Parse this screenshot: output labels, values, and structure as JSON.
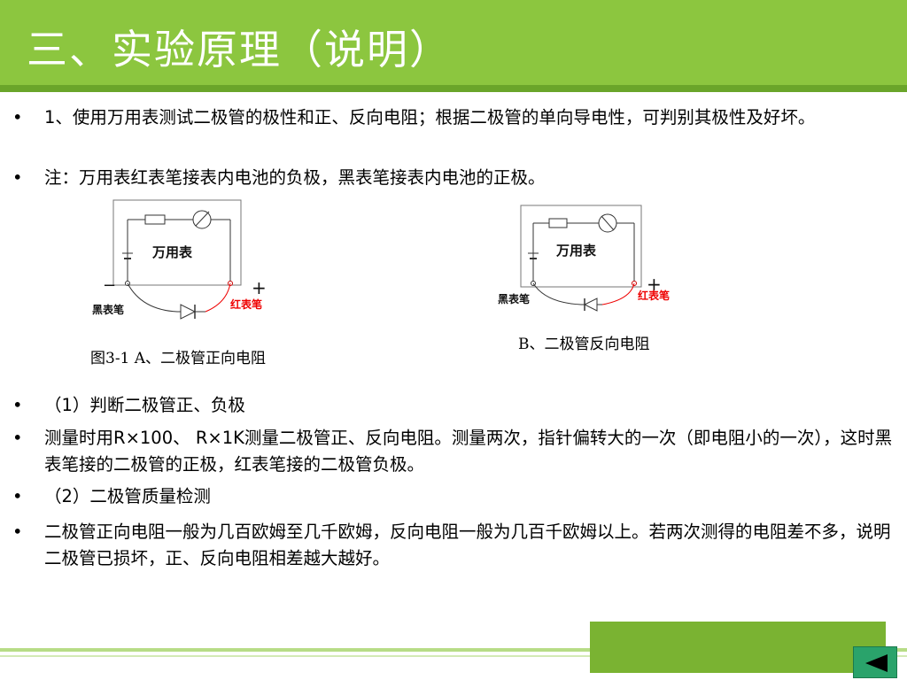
{
  "title": "三、实验原理（说明）",
  "bullets": [
    {
      "marker": "•",
      "pre": "1",
      "text": "、使用万用表测试二极管的极性和正、反向电阻；根据二极管的单向导电性，可判别其极性及好坏。"
    },
    {
      "marker": "•",
      "text": "注：万用表红表笔接表内电池的负极，黑表笔接表内电池的正极。"
    },
    {
      "marker": "•",
      "pre": "（1",
      "text": "）判断二极管正、负极"
    },
    {
      "marker": "•",
      "text_a": "测量时用",
      "sans_a": "R×100",
      "text_b": "、 ",
      "sans_b": "R×1K",
      "text_c": "测量二极管正、反向电阻。测量两次，指针偏转大的一次（即电阻小的一次），这时黑表笔接的二极管的正极，红表笔接的二极管负极。"
    },
    {
      "marker": "•",
      "pre": "（2",
      "text": "）二极管质量检测"
    },
    {
      "marker": "•",
      "text": "二极管正向电阻一般为几百欧姆至几千欧姆，反向电阻一般为几百千欧姆以上。若两次测得的电阻差不多，说明二极管已损坏，正、反向电阻相差越大越好。"
    }
  ],
  "figures": {
    "a": {
      "meter_label": "万用表",
      "black_lead": "黑表笔",
      "red_lead": "红表笔",
      "minus": "−",
      "plus": "+",
      "caption": "图3-1 A、二极管正向电阻"
    },
    "b": {
      "meter_label": "万用表",
      "black_lead": "黑表笔",
      "red_lead": "红表笔",
      "plus": "+",
      "caption": "B、二极管反向电阻"
    }
  },
  "colors": {
    "title_bar": "#8cc63f",
    "red_lead": "#ff0000",
    "back_button": "#2aa36b"
  },
  "nav": {
    "back_icon": "back-arrow-icon"
  }
}
